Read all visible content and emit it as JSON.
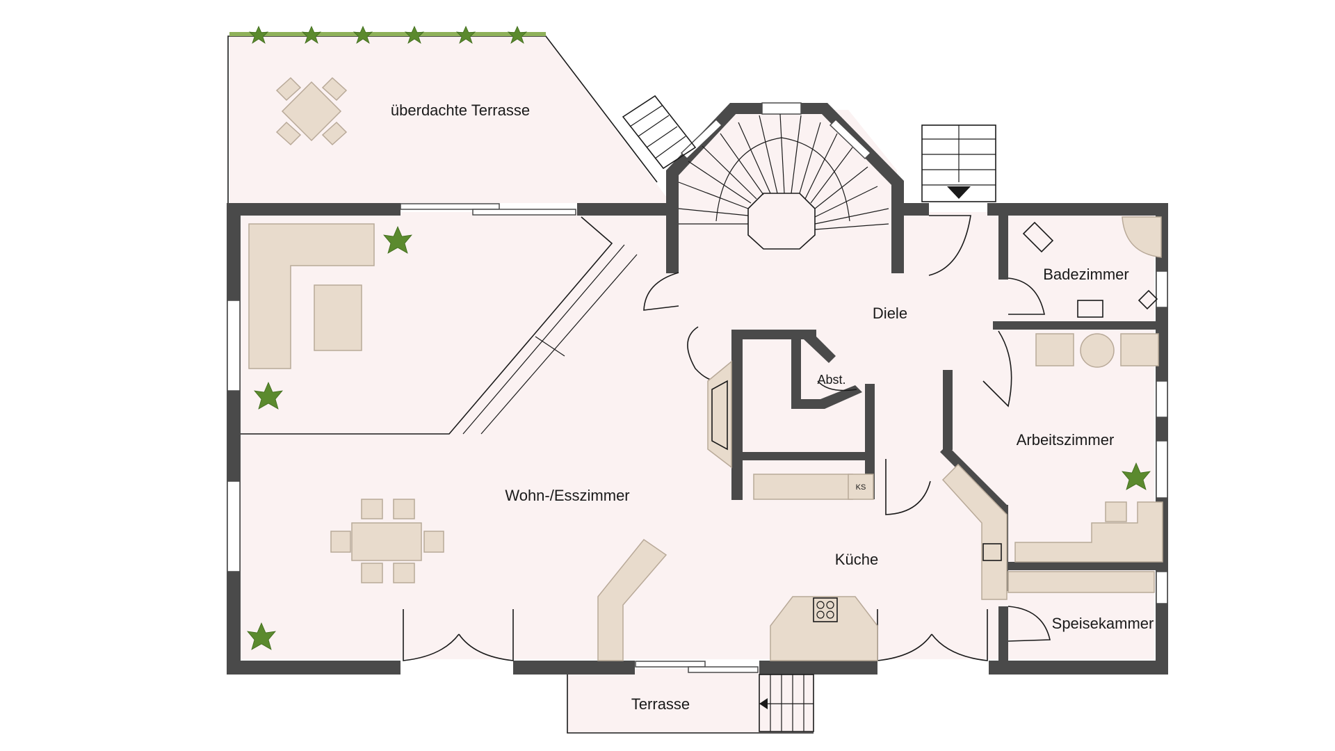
{
  "rooms": {
    "covered_terrace": "überdachte Terrasse",
    "hall": "Diele",
    "bathroom": "Badezimmer",
    "storage": "Abst.",
    "study": "Arbeitszimmer",
    "living_dining": "Wohn-/Esszimmer",
    "kitchen": "Küche",
    "pantry": "Speisekammer",
    "terrace": "Terrasse"
  },
  "labels": {
    "fridge": "KS"
  },
  "colors": {
    "wall": "#4a4a4a",
    "floor": "#fbf2f2",
    "furniture": "#e8dbcc",
    "plant": "#5b8a2e"
  }
}
